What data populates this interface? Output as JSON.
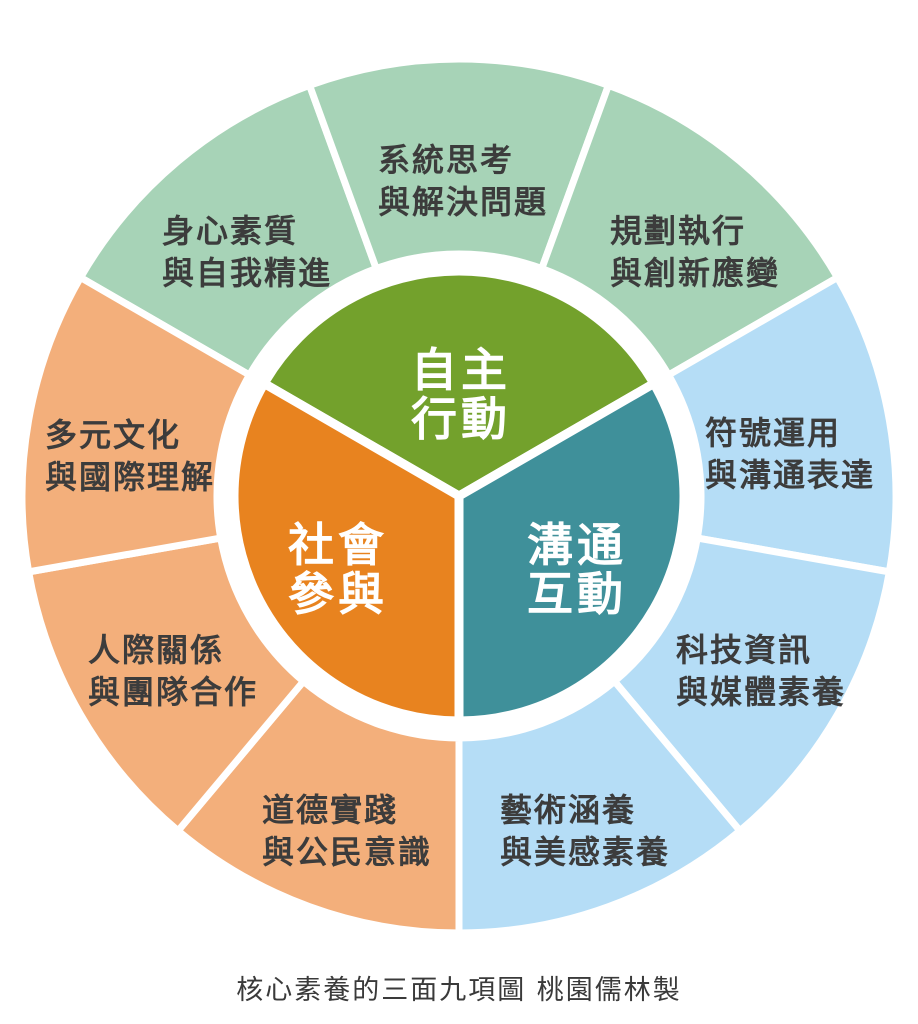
{
  "caption": "核心素養的三面九項圖 桃園儒林製",
  "colors": {
    "autonomy_core": "#73A12C",
    "social_core": "#E8831F",
    "communication_core": "#3F909A",
    "autonomy_ring": "#A7D3B7",
    "social_ring": "#F3AF7B",
    "communication_ring": "#B5DDF6",
    "label_text": "#3C3C3C",
    "core_label_text": "#FFFFFF",
    "background": "#FFFFFF"
  },
  "core_sectors": [
    {
      "id": "autonomous-action",
      "line1": "自主",
      "line2": "行動"
    },
    {
      "id": "social-participation",
      "line1": "社會",
      "line2": "參與"
    },
    {
      "id": "communication-interaction",
      "line1": "溝通",
      "line2": "互動"
    }
  ],
  "ring_segments": [
    {
      "id": "physical-mental-wellness",
      "dimension": "autonomy",
      "line1": "身心素質",
      "line2": "與自我精進"
    },
    {
      "id": "systems-thinking",
      "dimension": "autonomy",
      "line1": "系統思考",
      "line2": "與解決問題"
    },
    {
      "id": "planning-execution",
      "dimension": "autonomy",
      "line1": "規劃執行",
      "line2": "與創新應變"
    },
    {
      "id": "symbol-use",
      "dimension": "communication",
      "line1": "符號運用",
      "line2": "與溝通表達"
    },
    {
      "id": "tech-media-literacy",
      "dimension": "communication",
      "line1": "科技資訊",
      "line2": "與媒體素養"
    },
    {
      "id": "art-aesthetics",
      "dimension": "communication",
      "line1": "藝術涵養",
      "line2": "與美感素養"
    },
    {
      "id": "moral-practice",
      "dimension": "social",
      "line1": "道德實踐",
      "line2": "與公民意識"
    },
    {
      "id": "interpersonal-teamwork",
      "dimension": "social",
      "line1": "人際關係",
      "line2": "與團隊合作"
    },
    {
      "id": "multicultural-understanding",
      "dimension": "social",
      "line1": "多元文化",
      "line2": "與國際理解"
    }
  ]
}
